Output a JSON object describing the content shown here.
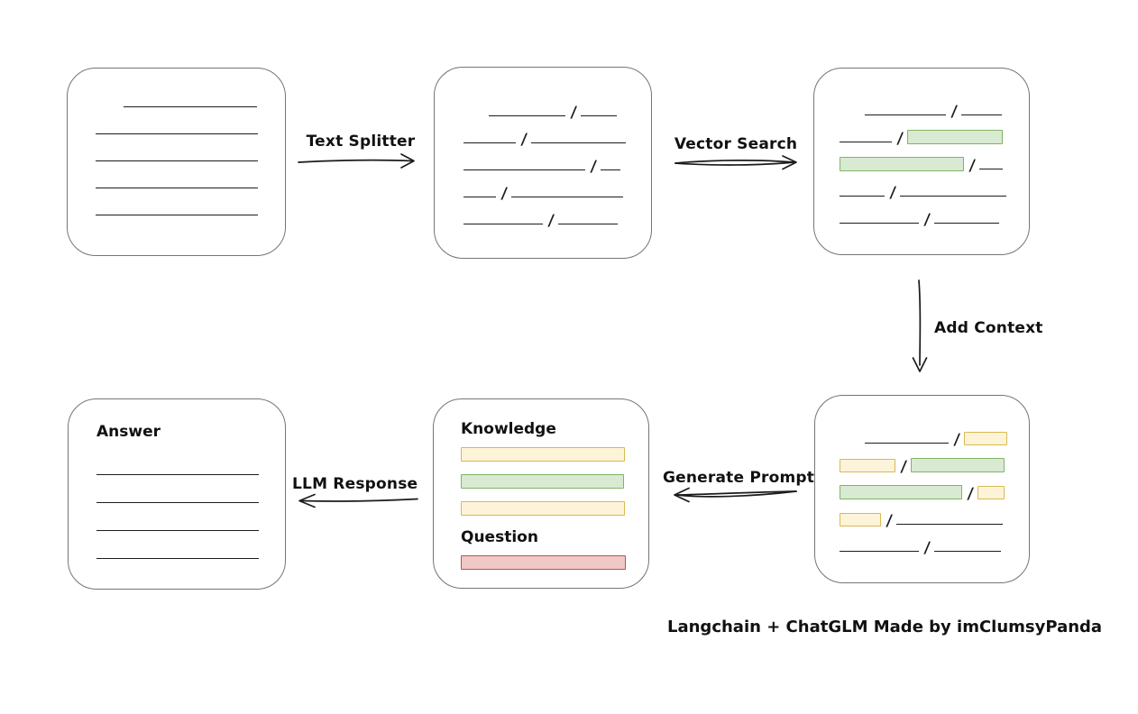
{
  "title": "Langchain + ChatGLM pipeline diagram",
  "colors": {
    "background": "#ffffff",
    "box_border": "#757575",
    "stroke": "#1b1b1b",
    "green_fill": "#d9ead3",
    "green_border": "#82b366",
    "yellow_fill": "#fdf3d8",
    "yellow_border": "#d9b950",
    "red_fill": "#f0c8c6",
    "red_border": "#b85450"
  },
  "arrows": {
    "text_splitter": {
      "label": "Text Splitter",
      "direction": "right"
    },
    "vector_search": {
      "label": "Vector Search",
      "direction": "right"
    },
    "add_context": {
      "label": "Add Context",
      "direction": "down"
    },
    "generate_prompt": {
      "label": "Generate Prompt",
      "direction": "left"
    },
    "llm_response": {
      "label": "LLM Response",
      "direction": "left"
    }
  },
  "prompt_box": {
    "knowledge_label": "Knowledge",
    "question_label": "Question",
    "knowledge_bars": [
      {
        "type": "yellow",
        "w": 182
      },
      {
        "type": "green",
        "w": 181
      },
      {
        "type": "yellow",
        "w": 182
      }
    ],
    "question_bars": [
      {
        "type": "red",
        "w": 183
      }
    ]
  },
  "answer_box": {
    "label": "Answer"
  },
  "footer": {
    "text": "Langchain + ChatGLM Made by imClumsyPanda"
  },
  "diagram_rows": {
    "document": [
      {
        "indent": 31,
        "segs": [
          [
            "line",
            148
          ]
        ]
      },
      {
        "indent": 0,
        "segs": [
          [
            "line",
            180
          ]
        ]
      },
      {
        "indent": 0,
        "segs": [
          [
            "line",
            180
          ]
        ]
      },
      {
        "indent": 0,
        "segs": [
          [
            "line",
            180
          ]
        ]
      },
      {
        "indent": 0,
        "segs": [
          [
            "line",
            180
          ]
        ]
      }
    ],
    "chunks": [
      {
        "indent": 28,
        "segs": [
          [
            "line",
            85
          ],
          [
            "line",
            40
          ]
        ]
      },
      {
        "indent": 0,
        "segs": [
          [
            "line",
            58
          ],
          [
            "line",
            105
          ]
        ]
      },
      {
        "indent": 0,
        "segs": [
          [
            "line",
            135
          ],
          [
            "line",
            22
          ]
        ]
      },
      {
        "indent": 0,
        "segs": [
          [
            "line",
            36
          ],
          [
            "line",
            124
          ]
        ]
      },
      {
        "indent": 0,
        "segs": [
          [
            "line",
            88
          ],
          [
            "line",
            66
          ]
        ]
      }
    ],
    "matched": [
      {
        "indent": 28,
        "segs": [
          [
            "line",
            90
          ],
          [
            "line",
            45
          ]
        ]
      },
      {
        "indent": 0,
        "segs": [
          [
            "line",
            58
          ],
          [
            "green",
            106
          ]
        ]
      },
      {
        "indent": 0,
        "segs": [
          [
            "green",
            138
          ],
          [
            "line",
            26
          ]
        ]
      },
      {
        "indent": 0,
        "segs": [
          [
            "line",
            50
          ],
          [
            "line",
            118
          ]
        ]
      },
      {
        "indent": 0,
        "segs": [
          [
            "line",
            88
          ],
          [
            "line",
            72
          ]
        ]
      }
    ],
    "context": [
      {
        "indent": 28,
        "segs": [
          [
            "line",
            93
          ],
          [
            "yellow",
            48
          ]
        ]
      },
      {
        "indent": 0,
        "segs": [
          [
            "yellow",
            62
          ],
          [
            "green",
            104
          ]
        ]
      },
      {
        "indent": 0,
        "segs": [
          [
            "green",
            136
          ],
          [
            "yellow",
            30
          ]
        ]
      },
      {
        "indent": 0,
        "segs": [
          [
            "yellow",
            46
          ],
          [
            "line",
            118
          ]
        ]
      },
      {
        "indent": 0,
        "segs": [
          [
            "line",
            88
          ],
          [
            "line",
            74
          ]
        ]
      }
    ],
    "answer_lines": [
      {
        "indent": 0,
        "segs": [
          [
            "line",
            180
          ]
        ]
      },
      {
        "indent": 0,
        "segs": [
          [
            "line",
            180
          ]
        ]
      },
      {
        "indent": 0,
        "segs": [
          [
            "line",
            180
          ]
        ]
      },
      {
        "indent": 0,
        "segs": [
          [
            "line",
            180
          ]
        ]
      }
    ]
  }
}
